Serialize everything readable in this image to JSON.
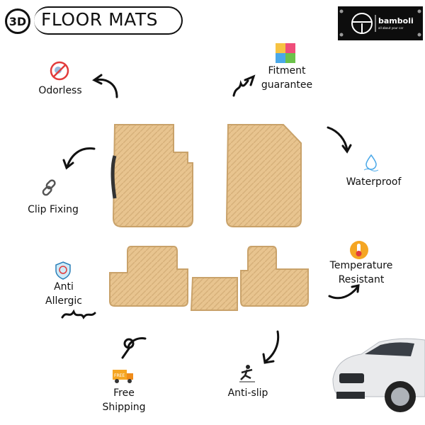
{
  "header": {
    "badge": "3D",
    "title": "FLOOR MATS"
  },
  "logo": {
    "brand": "bamboli",
    "tagline": "all about your car"
  },
  "features": [
    {
      "label": "Odorless",
      "icon": "no-odor-icon"
    },
    {
      "label": "Fitment\nguarantee",
      "icon": "puzzle-icon"
    },
    {
      "label": "Waterproof",
      "icon": "water-drop-icon"
    },
    {
      "label": "Clip Fixing",
      "icon": "chain-link-icon"
    },
    {
      "label": "Temperature\nResistant",
      "icon": "thermometer-icon"
    },
    {
      "label": "Anti\nAllergic",
      "icon": "allergy-shield-icon"
    },
    {
      "label": "Free\nShipping",
      "icon": "delivery-truck-icon"
    },
    {
      "label": "Anti-slip",
      "icon": "slip-icon"
    }
  ],
  "colors": {
    "mat": "#e8c48f",
    "mat_dark": "#c9a26a",
    "text": "#111111"
  }
}
